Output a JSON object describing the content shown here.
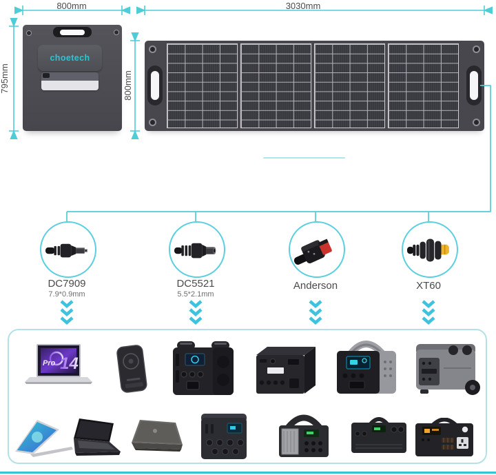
{
  "colors": {
    "accent_teal": "#35c5cd",
    "dimension_line": "#4ecdd6",
    "chevron": "#3fc2de",
    "circle_border": "#5bcfdf",
    "box_border": "#b2e2e5",
    "label_text": "#4a4a4a",
    "sub_text": "#6f6f6f",
    "logo_cyan": "#25c8d4",
    "panel_dark": "#47474d",
    "anderson_red": "#c8332e",
    "xt60_yellow": "#f0b32c"
  },
  "folded_panel": {
    "width_label": "800mm",
    "height_label": "795mm",
    "logo_text": "choetech"
  },
  "unfolded_panel": {
    "width_label": "3030mm",
    "height_label": "800mm",
    "sections": 4
  },
  "connectors": [
    {
      "name": "DC7909",
      "size": "7.9*0.9mm"
    },
    {
      "name": "DC5521",
      "size": "5.5*2.1mm"
    },
    {
      "name": "Anderson",
      "size": ""
    },
    {
      "name": "XT60",
      "size": ""
    }
  ],
  "compatible_devices": {
    "row1": [
      "laptop-pro-14",
      "wireless-power-bank",
      "power-station-dual-handle",
      "power-station-angled",
      "power-station-arch-handle",
      "power-station-wheeled"
    ],
    "row2": [
      "convertible-laptop",
      "laptop-open",
      "laptop-rear-view",
      "power-station-tall",
      "power-station-grille",
      "power-station-compact",
      "power-station-uk-socket"
    ],
    "laptop_screen_text_1": "Pro",
    "laptop_screen_text_2": "14"
  }
}
